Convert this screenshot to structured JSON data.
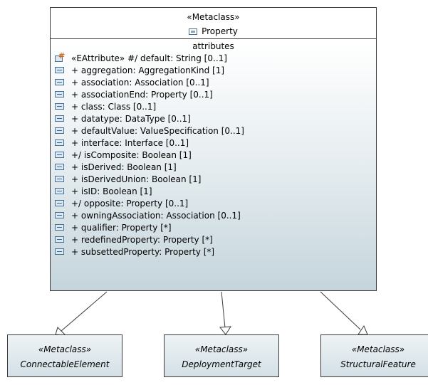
{
  "class": {
    "stereotype": "«Metaclass»",
    "name": "Property",
    "compartment_title": "attributes",
    "attributes": [
      {
        "kind": "eattribute",
        "text": "«EAttribute»  #/ default: String [0..1]"
      },
      {
        "kind": "property",
        "text": "+ aggregation: AggregationKind [1]"
      },
      {
        "kind": "property",
        "text": "+ association: Association [0..1]"
      },
      {
        "kind": "property",
        "text": "+ associationEnd: Property [0..1]"
      },
      {
        "kind": "property",
        "text": "+ class: Class [0..1]"
      },
      {
        "kind": "property",
        "text": "+ datatype: DataType [0..1]"
      },
      {
        "kind": "property",
        "text": "+ defaultValue: ValueSpecification [0..1]"
      },
      {
        "kind": "property",
        "text": "+ interface: Interface [0..1]"
      },
      {
        "kind": "property",
        "text": "+/ isComposite: Boolean [1]"
      },
      {
        "kind": "property",
        "text": "+ isDerived: Boolean [1]"
      },
      {
        "kind": "property",
        "text": "+ isDerivedUnion: Boolean [1]"
      },
      {
        "kind": "property",
        "text": "+ isID: Boolean [1]"
      },
      {
        "kind": "property",
        "text": "+/ opposite: Property [0..1]"
      },
      {
        "kind": "property",
        "text": "+ owningAssociation: Association [0..1]"
      },
      {
        "kind": "property",
        "text": "+ qualifier: Property [*]"
      },
      {
        "kind": "property",
        "text": "+ redefinedProperty: Property [*]"
      },
      {
        "kind": "property",
        "text": "+ subsettedProperty: Property [*]"
      }
    ]
  },
  "parents": [
    {
      "stereotype": "«Metaclass»",
      "name": "ConnectableElement"
    },
    {
      "stereotype": "«Metaclass»",
      "name": "DeploymentTarget"
    },
    {
      "stereotype": "«Metaclass»",
      "name": "StructuralFeature"
    }
  ],
  "colors": {
    "border": "#3a3a3a",
    "icon_stroke": "#4a7090",
    "icon_fill": "#dbe9f4",
    "eattribute_mark": "#d2691e",
    "gradient_bottom": "#c5d5dc"
  },
  "icons": {
    "class": "class-icon",
    "property": "property-icon",
    "eattribute": "eattribute-icon",
    "generalization": "hollow-triangle-arrow"
  }
}
